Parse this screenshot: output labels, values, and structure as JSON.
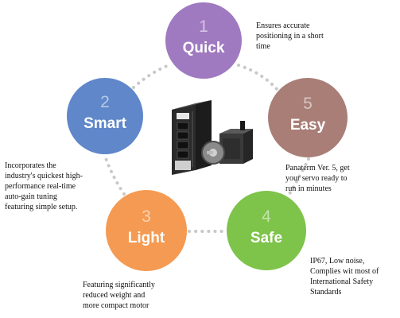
{
  "features": {
    "quick": {
      "number": "1",
      "name": "Quick",
      "description": "Ensures accurate\npositioning in a short\ntime",
      "color": "#a07ac0"
    },
    "smart": {
      "number": "2",
      "name": "Smart",
      "description": "Incorporates the\nindustry's quickest high-\nperformance real-time\nauto-gain tuning\nfeaturing simple setup.",
      "color": "#5f87c9"
    },
    "light": {
      "number": "3",
      "name": "Light",
      "description": "Featuring significantly\nreduced weight and\nmore compact motor",
      "color": "#f59a52"
    },
    "safe": {
      "number": "4",
      "name": "Safe",
      "description": "IP67, Low noise,\nComplies wit most of\nInternational Safety\nStandards",
      "color": "#7ec34a"
    },
    "easy": {
      "number": "5",
      "name": "Easy",
      "description": "Panaterm Ver. 5, get\nyour servo ready to\nrun in minutes",
      "color": "#a87e77"
    }
  },
  "connector_color": "#c8c8c8",
  "product_image": "servo-drive-and-motor"
}
